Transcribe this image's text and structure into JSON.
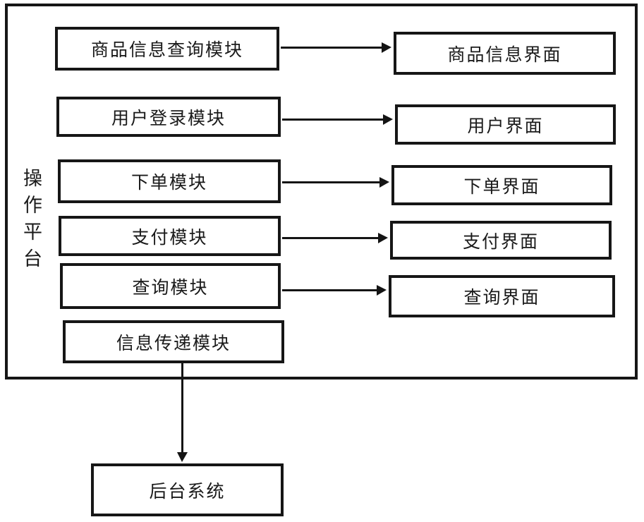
{
  "diagram": {
    "platform": {
      "label": "操作平台"
    },
    "modules": [
      {
        "label": "商品信息查询模块"
      },
      {
        "label": "用户登录模块"
      },
      {
        "label": "下单模块"
      },
      {
        "label": "支付模块"
      },
      {
        "label": "查询模块"
      },
      {
        "label": "信息传递模块"
      }
    ],
    "interfaces": [
      {
        "label": "商品信息界面"
      },
      {
        "label": "用户界面"
      },
      {
        "label": "下单界面"
      },
      {
        "label": "支付界面"
      },
      {
        "label": "查询界面"
      }
    ],
    "backend": {
      "label": "后台系统"
    },
    "connections": [
      {
        "from": "商品信息查询模块",
        "to": "商品信息界面"
      },
      {
        "from": "用户登录模块",
        "to": "用户界面"
      },
      {
        "from": "下单模块",
        "to": "下单界面"
      },
      {
        "from": "支付模块",
        "to": "支付界面"
      },
      {
        "from": "查询模块",
        "to": "查询界面"
      },
      {
        "from": "信息传递模块",
        "to": "后台系统"
      }
    ],
    "colors": {
      "line": "#141414",
      "border": "#161616",
      "text": "#1a1a1a",
      "background": "#ffffff"
    }
  }
}
